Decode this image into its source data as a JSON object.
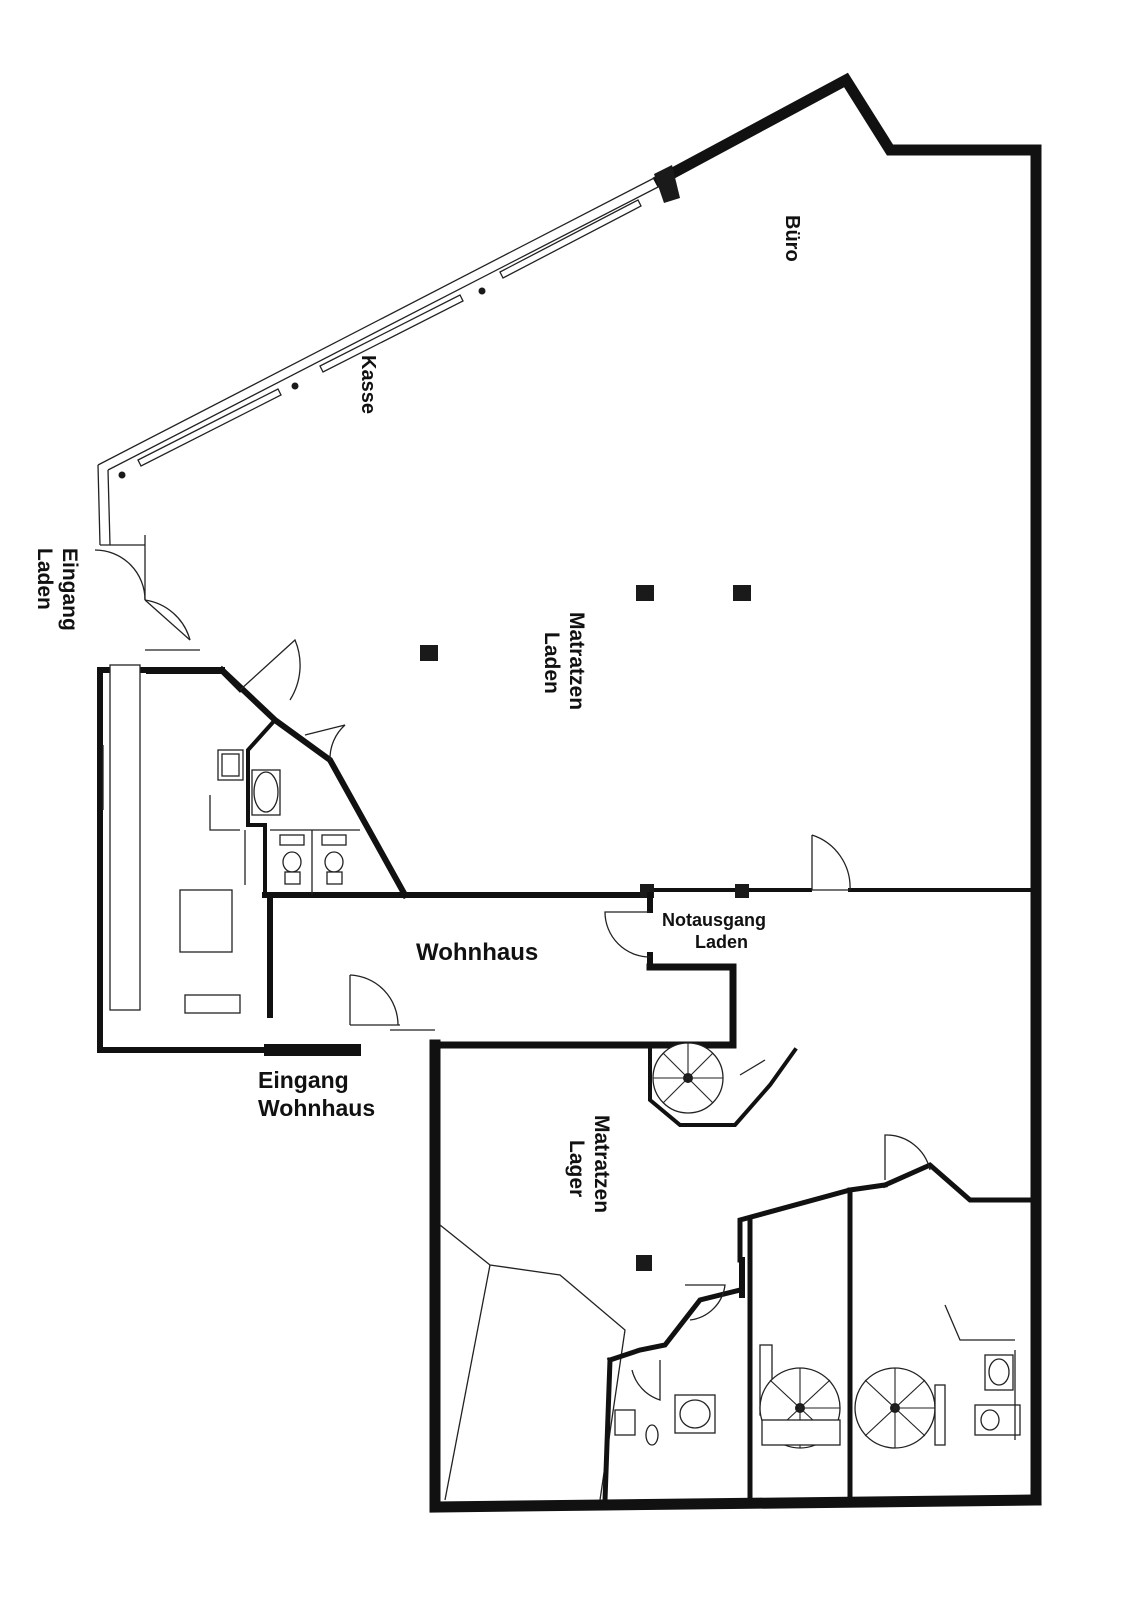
{
  "labels": {
    "buero": "Büro",
    "kasse": "Kasse",
    "eingang_laden_1": "Eingang",
    "eingang_laden_2": "Laden",
    "matratzen_laden_1": "Matratzen",
    "matratzen_laden_2": "Laden",
    "wohnhaus": "Wohnhaus",
    "notausgang_1": "Notausgang",
    "notausgang_2": "Laden",
    "eingang_wohnhaus_1": "Eingang",
    "eingang_wohnhaus_2": "Wohnhaus",
    "matratzen_lager_1": "Matratzen",
    "matratzen_lager_2": "Lager"
  }
}
